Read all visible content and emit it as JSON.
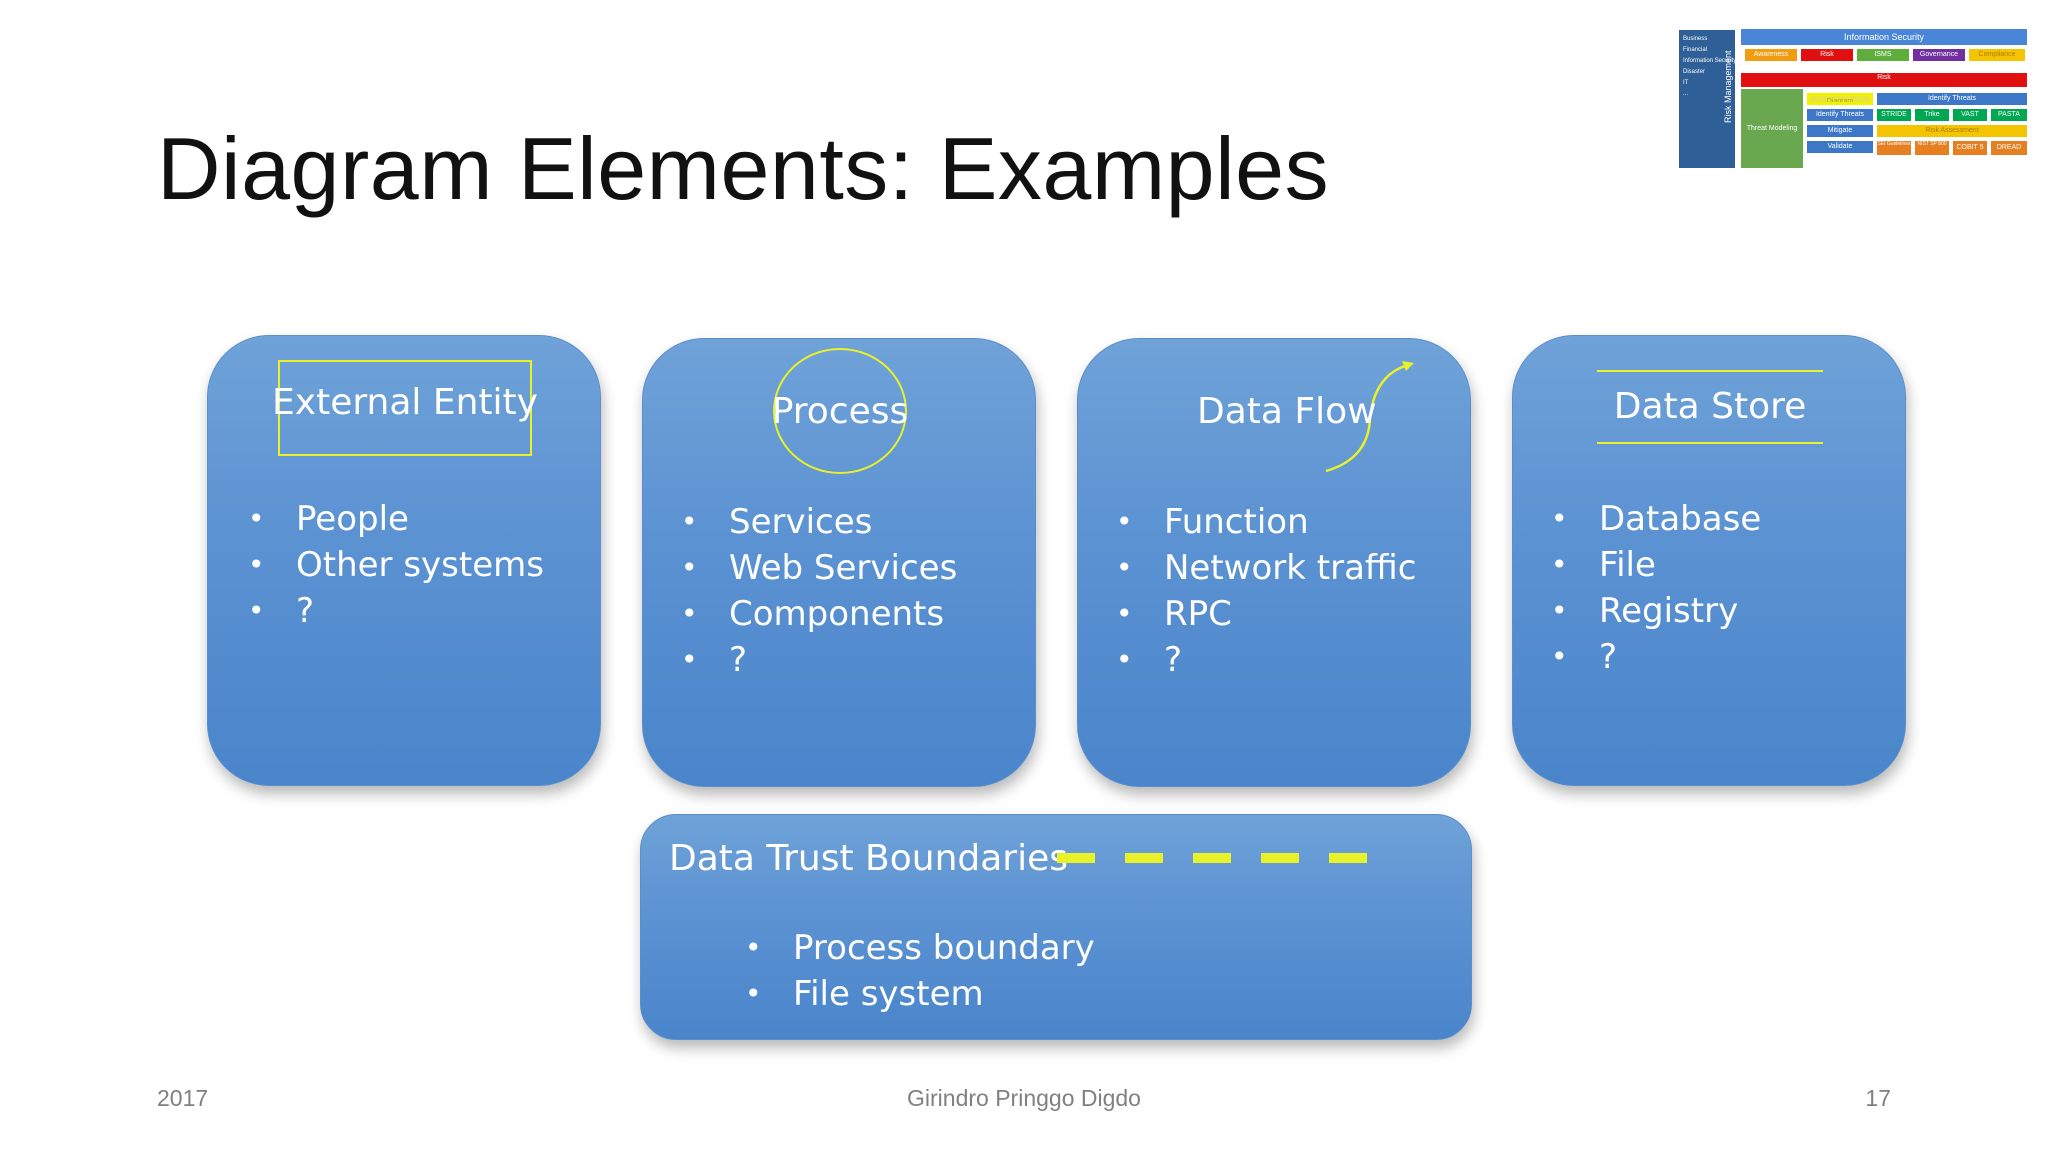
{
  "slide": {
    "title": "Diagram Elements: Examples"
  },
  "thumbnail": {
    "side_items": [
      "Business",
      "Financial",
      "Information Security",
      "Disaster",
      "IT",
      "..."
    ],
    "risk_management_label": "Risk Management",
    "information_security_label": "Information Security",
    "top_row": [
      "Awareness",
      "Risk",
      "ISMS",
      "Governance",
      "Compliance"
    ],
    "risk_bar_label": "Risk",
    "threat_modeling_label": "Threat Modeling",
    "diagram_label": "Diagram",
    "identify_threats_label": "Identify Threats",
    "identify_threats_item": "Identify Threats",
    "methods": [
      "STRIDE",
      "Trike",
      "VAST",
      "PASTA"
    ],
    "mitigate_label": "Mitigate",
    "risk_assessment_label": "Risk Assessment",
    "validate_label": "Validate",
    "assessment_methods": [
      "SEI Guidelines",
      "NIST SP 800",
      "COBIT 5",
      "DREAD"
    ],
    "colors": {
      "side_panel": "#2e5f96",
      "header": "#4a86d8",
      "awareness": "#f39c12",
      "risk": "#e01010",
      "isms": "#5fae3c",
      "governance": "#7030a0",
      "compliance": "#f5c400",
      "threat_modeling": "#6aa84f",
      "diagram_highlight": "#f2f200",
      "method_green": "#00a651",
      "orange": "#e67e22",
      "blue_item": "#3d78c8"
    }
  },
  "elements": [
    {
      "heading": "External Entity",
      "symbol": "rectangle",
      "items": [
        "People",
        "Other systems",
        "?"
      ]
    },
    {
      "heading": "Process",
      "symbol": "circle",
      "items": [
        "Services",
        "Web Services",
        "Components",
        "?"
      ]
    },
    {
      "heading": "Data Flow",
      "symbol": "arrow",
      "items": [
        "Function",
        "Network traffic",
        "RPC",
        "?"
      ]
    },
    {
      "heading": "Data Store",
      "symbol": "parallel-lines",
      "items": [
        "Database",
        "File",
        "Registry",
        "?"
      ]
    }
  ],
  "boundary": {
    "heading": "Data Trust Boundaries",
    "symbol": "dashed-line",
    "items": [
      "Process boundary",
      "File system"
    ]
  },
  "colors": {
    "card": "#5b92d2",
    "symbol": "#e8f12a",
    "text": "#ffffff",
    "footer": "#808080"
  },
  "footer": {
    "year": "2017",
    "author": "Girindro Pringgo Digdo",
    "page": "17"
  }
}
